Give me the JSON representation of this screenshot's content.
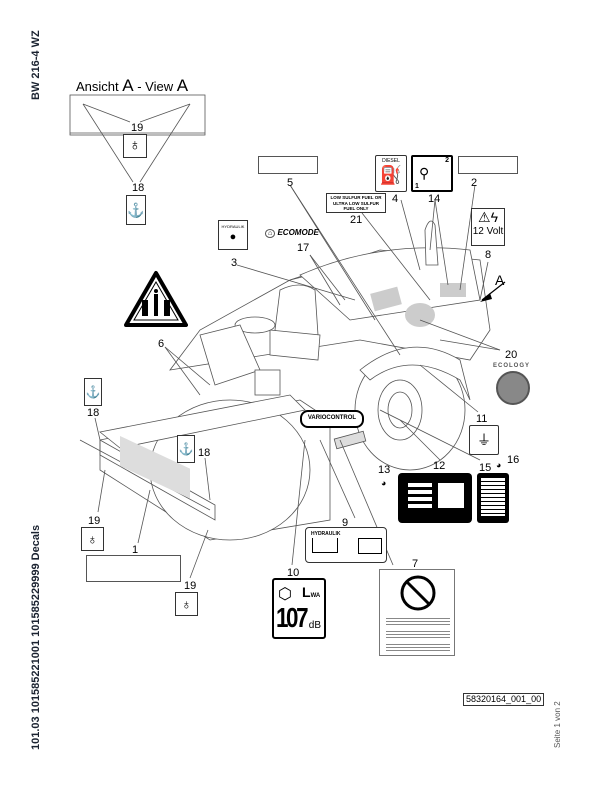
{
  "sidebar_left": {
    "model_label": "BW 216-4 WZ",
    "doc_label": "101.03 101585221001 101585229999 Decals"
  },
  "view_a": {
    "title_prefix": "Ansicht",
    "title_letter_1": "A",
    "title_sep": " - View ",
    "title_letter_2": "A",
    "callouts": [
      "19",
      "18"
    ]
  },
  "callouts": {
    "c1": "1",
    "c2": "2",
    "c3": "3",
    "c4": "4",
    "c5": "5",
    "c6": "6",
    "c7": "7",
    "c8": "8",
    "c9": "9",
    "c10": "10",
    "c11": "11",
    "c12": "12",
    "c13": "13",
    "c14": "14",
    "c15": "15",
    "c16": "16",
    "c17": "17",
    "c18": "18",
    "c19": "19",
    "c20": "20",
    "c21": "21",
    "arrow_a": "A"
  },
  "decals": {
    "diesel": {
      "label": "DIESEL"
    },
    "lever": {
      "step1": "1",
      "step2": "2"
    },
    "low_sulfur": {
      "line1": "LOW SULFUR FUEL OR",
      "line2": "ULTRA LOW SULFUR",
      "line3": "FUEL ONLY"
    },
    "voltage": {
      "label": "12 Volt"
    },
    "hydraulik_small": {
      "label": "HYDRAULIK"
    },
    "ecomode": {
      "label": "ECOMODE"
    },
    "variocontrol": {
      "label": "VARIOCONTROL"
    },
    "ecology": {
      "label": "ECOLOGY"
    },
    "hydraulik_pair": {
      "label": "HYDRAULIK"
    },
    "sound": {
      "symbol": "L",
      "subscript": "WA",
      "value": "107",
      "unit": "dB"
    },
    "type_plate": {
      "rows": [
        "",
        "",
        "",
        ""
      ]
    },
    "warning_notice": {
      "para_count": 3
    }
  },
  "footer": {
    "drawing_number": "58320164_001_00",
    "page_label": "Seite 1 von 2"
  }
}
